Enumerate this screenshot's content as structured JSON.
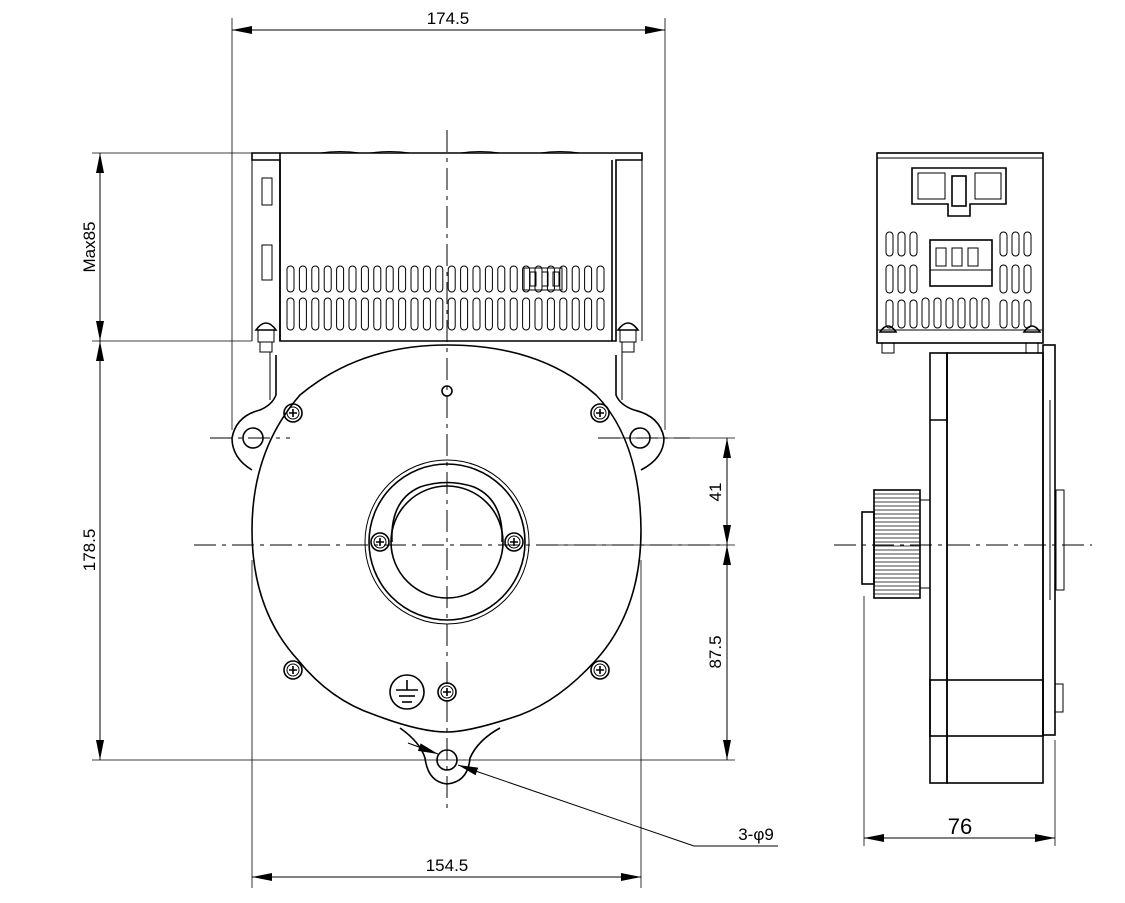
{
  "drawing": {
    "front_view": {
      "dim_top_width": "174.5",
      "dim_bottom_width": "154.5",
      "dim_height_control_box": "Max85",
      "dim_height_blower": "178.5",
      "dim_outlet_offset_top": "41",
      "dim_outlet_offset_bottom": "87.5",
      "dim_mount_holes": "3-φ9"
    },
    "side_view": {
      "dim_depth": "76"
    }
  }
}
